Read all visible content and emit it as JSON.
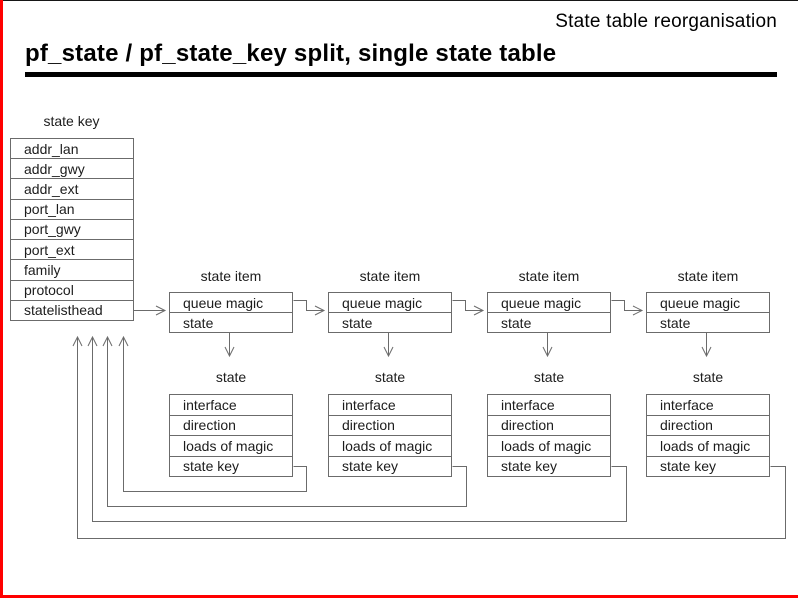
{
  "header": {
    "corner_title": "State table reorganisation",
    "heading": "pf_state / pf_state_key split, single state table"
  },
  "colors": {
    "frame_accent": "#ff0000",
    "diagram_line": "#6b6b6b",
    "text": "#1c1c1c"
  },
  "state_key": {
    "label": "state key",
    "rows": [
      "addr_lan",
      "addr_gwy",
      "addr_ext",
      "port_lan",
      "port_gwy",
      "port_ext",
      "family",
      "protocol",
      "statelisthead"
    ]
  },
  "labels": {
    "state_item": "state item",
    "state": "state"
  },
  "state_item_rows": [
    "queue magic",
    "state"
  ],
  "state_rows": [
    "interface",
    "direction",
    "loads of magic",
    "state key"
  ]
}
